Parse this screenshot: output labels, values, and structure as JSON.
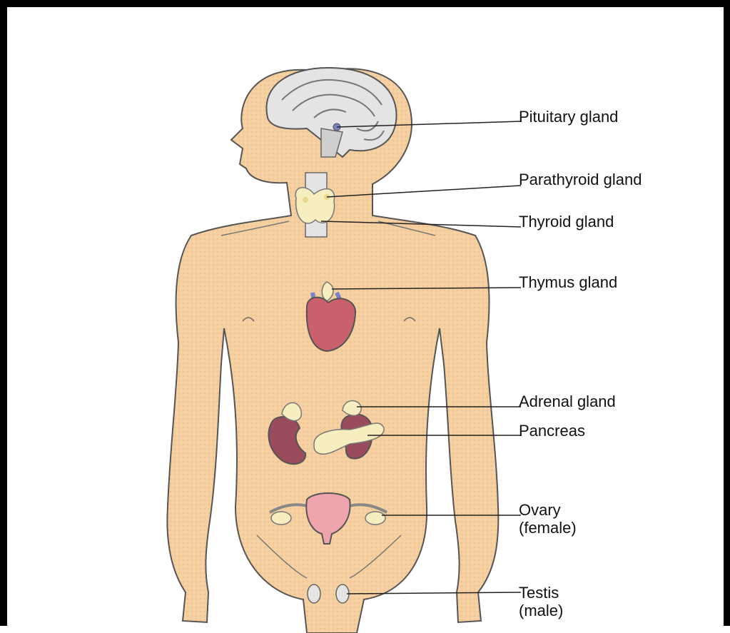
{
  "labels": {
    "pituitary": "Pituitary gland",
    "parathyroid": "Parathyroid gland",
    "thyroid": "Thyroid gland",
    "thymus": "Thymus gland",
    "adrenal": "Adrenal gland",
    "pancreas": "Pancreas",
    "ovary": "Ovary",
    "ovary_note": "(female)",
    "testis": "Testis",
    "testis_note": "(male)"
  },
  "colors": {
    "skin": "#f5cf9f",
    "outline": "#555555",
    "brain": "#e4e4e4",
    "organ_red": "#c9606c",
    "kidney": "#9a4b5c",
    "gland_yellow": "#f7eec0",
    "uterus": "#eea3ad",
    "vessel_blue": "#7a82c7",
    "frame": "#000000"
  },
  "icons": {
    "figure": "human-body-icon",
    "brain": "brain-icon",
    "heart": "heart-icon",
    "kidney": "kidney-icon"
  }
}
